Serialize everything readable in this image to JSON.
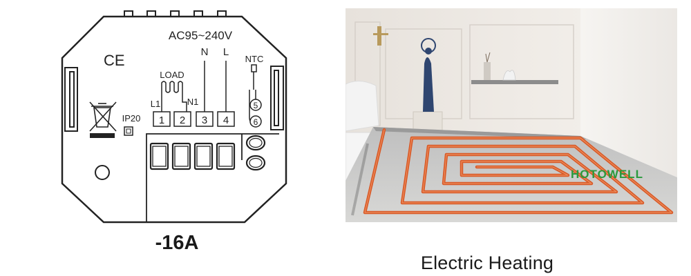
{
  "wiring_diagram": {
    "voltage_label": "AC95~240V",
    "ce_mark": "CE",
    "load_label": "LOAD",
    "ntc_label": "NTC",
    "neutral_label": "N",
    "line_label": "L",
    "l1_label": "L1",
    "n1_label": "N1",
    "ip_rating": "IP20",
    "terminals": [
      "1",
      "2",
      "3",
      "4"
    ],
    "ntc_terminals": [
      "5",
      "6"
    ],
    "caption": "-16A"
  },
  "photo": {
    "watermark": "HOTOWELL",
    "caption": "Electric Heating",
    "colors": {
      "wall": "#ece8e3",
      "floor": "#cfcfcd",
      "heating_cable": "#d85a28",
      "watermark": "#2a9a3c"
    }
  }
}
